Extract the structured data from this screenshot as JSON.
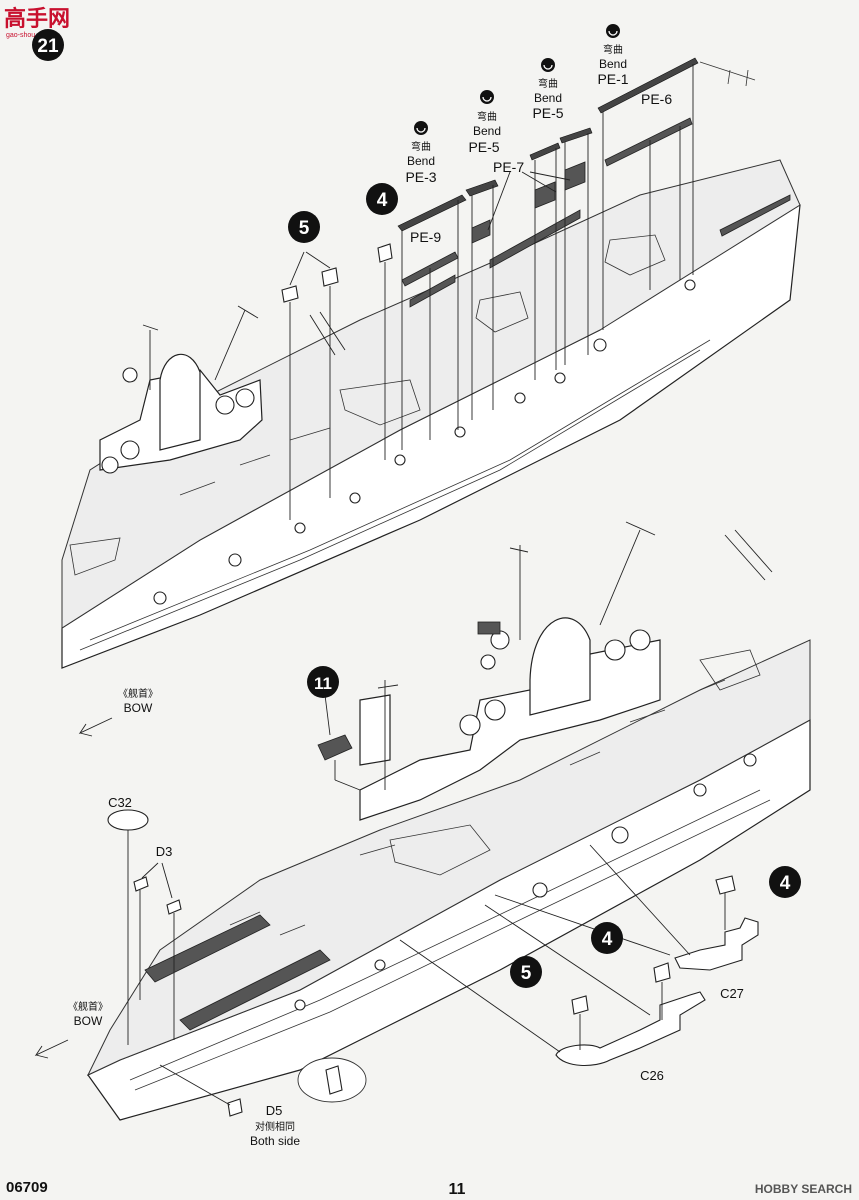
{
  "logo": {
    "text": "高手网",
    "subtext": "gao-shou.com"
  },
  "step": {
    "number": "21"
  },
  "callouts": {
    "bend_cn": "弯曲",
    "bend_en": "Bend",
    "pe3": "PE-3",
    "pe5a": "PE-5",
    "pe5b": "PE-5",
    "pe1": "PE-1",
    "pe6": "PE-6",
    "pe7": "PE-7",
    "pe9": "PE-9"
  },
  "circled_refs": {
    "r5_top": "5",
    "r4_top": "4",
    "r11": "11",
    "r4_right": "4",
    "r4_mid": "4",
    "r5_bottom": "5"
  },
  "bow_labels": {
    "cn": "《舰首》",
    "en": "BOW"
  },
  "parts": {
    "c32": "C32",
    "d3": "D3",
    "d5": "D5",
    "c27": "C27",
    "c26": "C26"
  },
  "notes": {
    "both_side_cn": "对侧相同",
    "both_side_en": "Both side"
  },
  "footer": {
    "product_code": "06709",
    "page_number": "11",
    "watermark": "HOBBY SEARCH"
  }
}
